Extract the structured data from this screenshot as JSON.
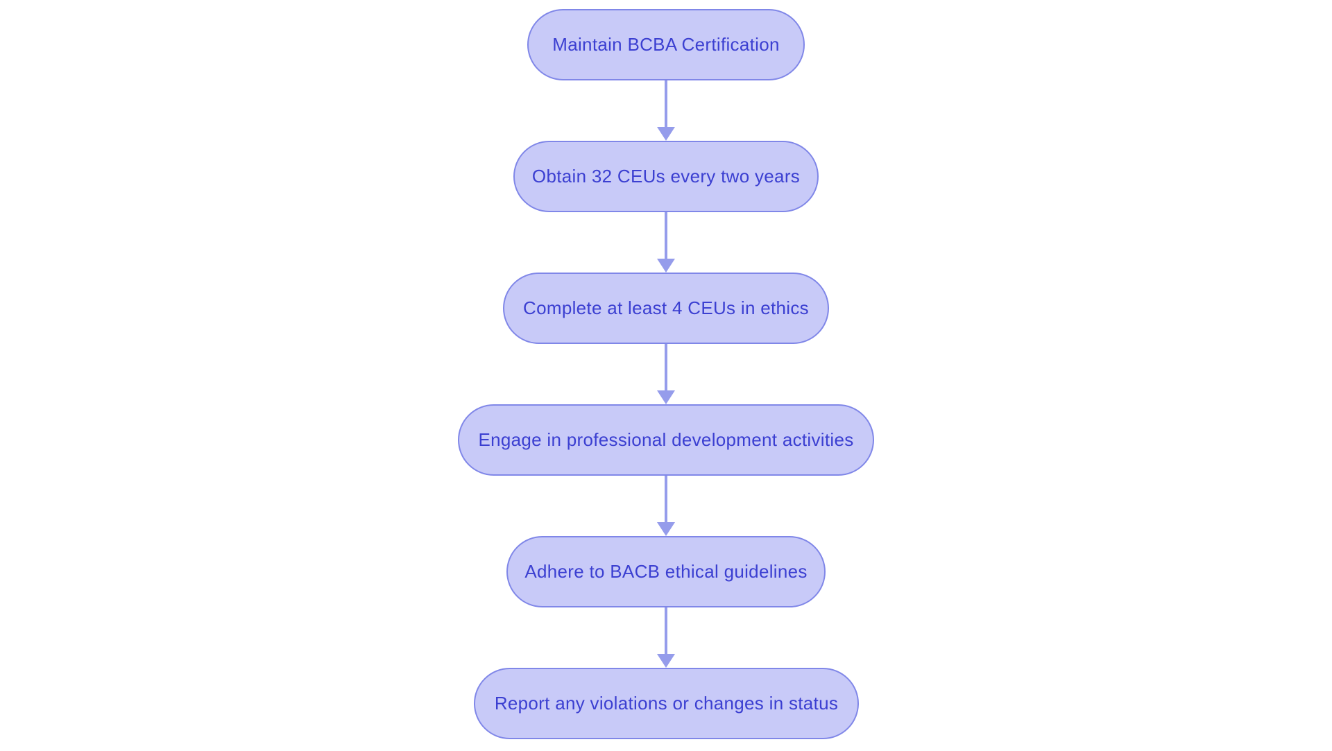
{
  "diagram": {
    "type": "flowchart",
    "direction": "top-down",
    "nodes": [
      {
        "id": "n1",
        "label": "Maintain BCBA Certification"
      },
      {
        "id": "n2",
        "label": "Obtain 32 CEUs every two years"
      },
      {
        "id": "n3",
        "label": "Complete at least 4 CEUs in ethics"
      },
      {
        "id": "n4",
        "label": "Engage in professional development activities"
      },
      {
        "id": "n5",
        "label": "Adhere to BACB ethical guidelines"
      },
      {
        "id": "n6",
        "label": "Report any violations or changes in status"
      }
    ],
    "edges": [
      {
        "from": "n1",
        "to": "n2"
      },
      {
        "from": "n2",
        "to": "n3"
      },
      {
        "from": "n3",
        "to": "n4"
      },
      {
        "from": "n4",
        "to": "n5"
      },
      {
        "from": "n5",
        "to": "n6"
      }
    ],
    "colors": {
      "background": "#ffffff",
      "node_fill": "#c8caf8",
      "node_border": "#8087e8",
      "node_text": "#3b3fd1",
      "arrow": "#959ceb"
    }
  }
}
